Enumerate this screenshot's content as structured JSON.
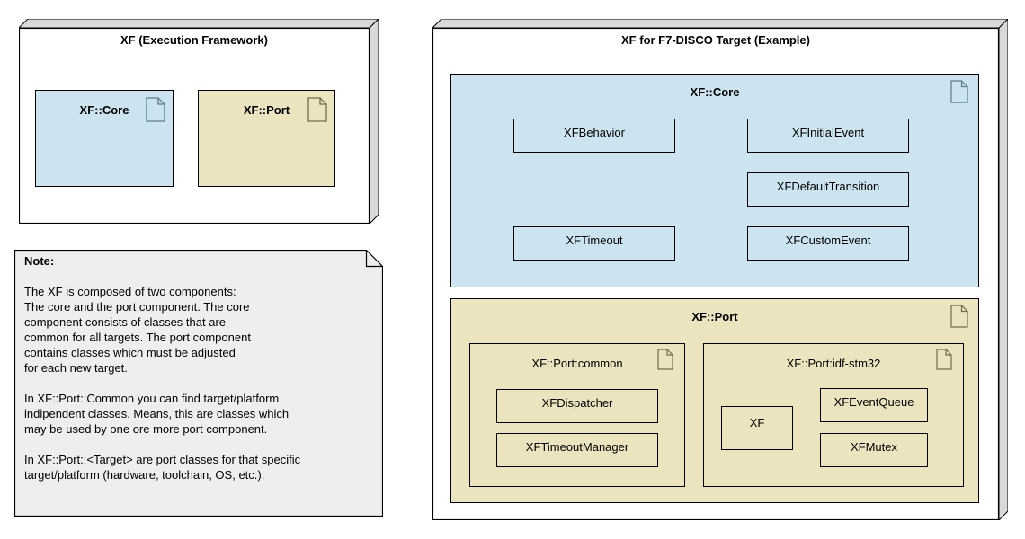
{
  "colors": {
    "core_fill": "#cbe4ef",
    "port_fill": "#ebe4bf",
    "note_fill": "#eeeeee",
    "node_side_fill": "#d9d9d9",
    "border": "#000000",
    "core_icon_stroke": "#5a7b8c",
    "port_icon_stroke": "#6f6d45"
  },
  "left_node": {
    "title": "XF (Execution Framework)",
    "components": [
      {
        "label": "XF::Core",
        "icon": "document-icon"
      },
      {
        "label": "XF::Port",
        "icon": "document-icon"
      }
    ]
  },
  "note": {
    "title": "Note:",
    "paragraphs": [
      "The XF is composed of two components:\nThe core and the port component. The core\ncomponent consists of classes that are\ncommon for all targets. The port component\ncontains classes which must be adjusted\nfor each new target.",
      "In XF::Port::Common you can find target/platform\nindipendent classes. Means, this are classes which\nmay be used by one ore more port component.",
      "In XF::Port::<Target> are port classes for that specific\ntarget/platform (hardware, toolchain, OS, etc.)."
    ]
  },
  "right_node": {
    "title": "XF for F7-DISCO Target (Example)",
    "core_package": {
      "title": "XF::Core",
      "icon": "document-icon",
      "classes": [
        "XFBehavior",
        "XFInitialEvent",
        "XFDefaultTransition",
        "XFTimeout",
        "XFCustomEvent"
      ]
    },
    "port_package": {
      "title": "XF::Port",
      "icon": "document-icon",
      "subpackages": [
        {
          "title": "XF::Port:common",
          "icon": "document-icon",
          "classes": [
            "XFDispatcher",
            "XFTimeoutManager"
          ]
        },
        {
          "title": "XF::Port:idf-stm32",
          "icon": "document-icon",
          "classes": [
            "XF",
            "XFEventQueue",
            "XFMutex"
          ]
        }
      ]
    }
  }
}
